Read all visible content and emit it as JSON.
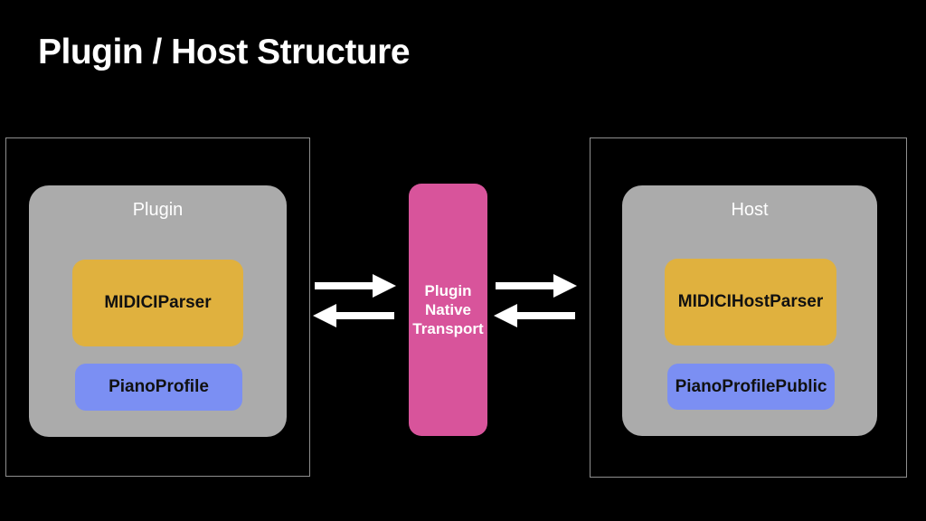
{
  "title": "Plugin / Host Structure",
  "plugin_group": {
    "label": "Plugin",
    "parser": "MIDICIParser",
    "profile": "PianoProfile"
  },
  "transport": {
    "lines": [
      "Plugin",
      "Native",
      "Transport"
    ]
  },
  "host_group": {
    "label": "Host",
    "parser": "MIDICIHostParser",
    "profile": "PianoProfilePublic"
  },
  "colors": {
    "bg": "#000000",
    "title-white": "#ffffff",
    "label-white": "#ffffff",
    "label-black": "#111111",
    "boundary-border": "#8f8f8f",
    "group-gray": "#ababab",
    "parser-yellow": "#e0b13e",
    "profile-blue": "#7b8ff3",
    "transport-pink": "#d8549b",
    "arrow-white": "#ffffff"
  }
}
